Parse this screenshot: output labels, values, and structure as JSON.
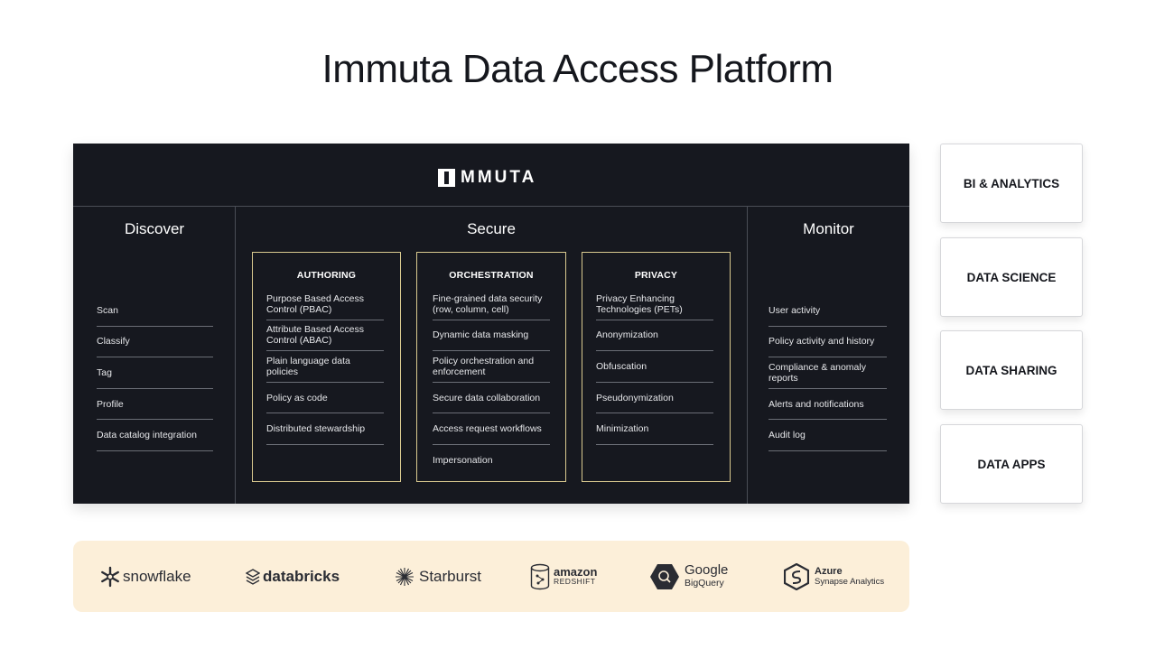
{
  "page": {
    "title": "Immuta Data Access Platform"
  },
  "panel": {
    "logo_text": "MMUTA",
    "discover": {
      "title": "Discover",
      "items": [
        "Scan",
        "Classify",
        "Tag",
        "Profile",
        "Data catalog integration"
      ]
    },
    "secure": {
      "title": "Secure",
      "boxes": [
        {
          "title": "AUTHORING",
          "items": [
            "Purpose Based Access Control (PBAC)",
            "Attribute Based Access Control (ABAC)",
            "Plain language data policies",
            "Policy as code",
            "Distributed stewardship"
          ]
        },
        {
          "title": "ORCHESTRATION",
          "items": [
            "Fine-grained data security (row, column, cell)",
            "Dynamic data masking",
            "Policy orchestration and enforcement",
            "Secure data collaboration",
            "Access request workflows",
            "Impersonation"
          ]
        },
        {
          "title": "PRIVACY",
          "items": [
            "Privacy Enhancing Technologies (PETs)",
            "Anonymization",
            "Obfuscation",
            "Pseudonymization",
            "Minimization"
          ]
        }
      ]
    },
    "monitor": {
      "title": "Monitor",
      "items": [
        "User activity",
        "Policy activity and history",
        "Compliance & anomaly reports",
        "Alerts and notifications",
        "Audit log"
      ]
    }
  },
  "cards": [
    "BI & ANALYTICS",
    "DATA SCIENCE",
    "DATA SHARING",
    "DATA APPS"
  ],
  "partners": {
    "snowflake": "snowflake",
    "databricks": "databricks",
    "starburst": "Starburst",
    "amazon": "amazon",
    "amazon_sub": "REDSHIFT",
    "google": "Google",
    "google_sub": "BigQuery",
    "azure": "Azure",
    "azure_sub": "Synapse Analytics"
  },
  "colors": {
    "panel_bg": "#16181f",
    "box_border": "#d9c98f",
    "partner_bg": "#fcefd9"
  }
}
